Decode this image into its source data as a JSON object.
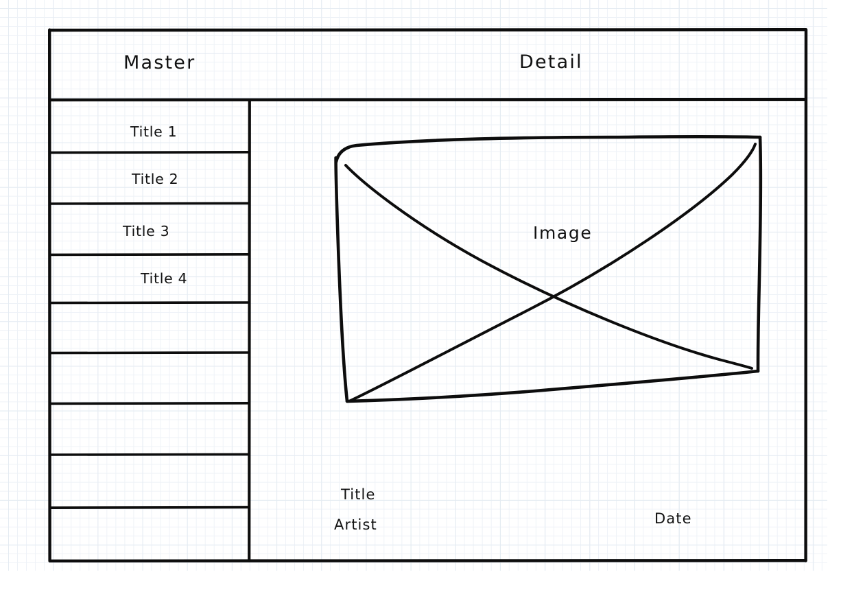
{
  "wireframe": {
    "style": "hand-drawn-sketch",
    "stroke_color": "#0d0d0d",
    "paper_color": "#ffffff",
    "grid_minor_color": "#eef2f7",
    "grid_major_color": "#e4ebf2"
  },
  "panels": {
    "master": {
      "header": "Master",
      "rows": [
        {
          "label": "Title 1"
        },
        {
          "label": "Title 2"
        },
        {
          "label": "Title 3"
        },
        {
          "label": "Title 4"
        },
        {
          "label": ""
        },
        {
          "label": ""
        },
        {
          "label": ""
        },
        {
          "label": ""
        },
        {
          "label": ""
        }
      ]
    },
    "detail": {
      "header": "Detail",
      "image_placeholder": {
        "label": "Image",
        "icon": "image-placeholder-crossed-box"
      },
      "meta": {
        "title": "Title",
        "artist": "Artist",
        "date": "Date"
      }
    }
  }
}
